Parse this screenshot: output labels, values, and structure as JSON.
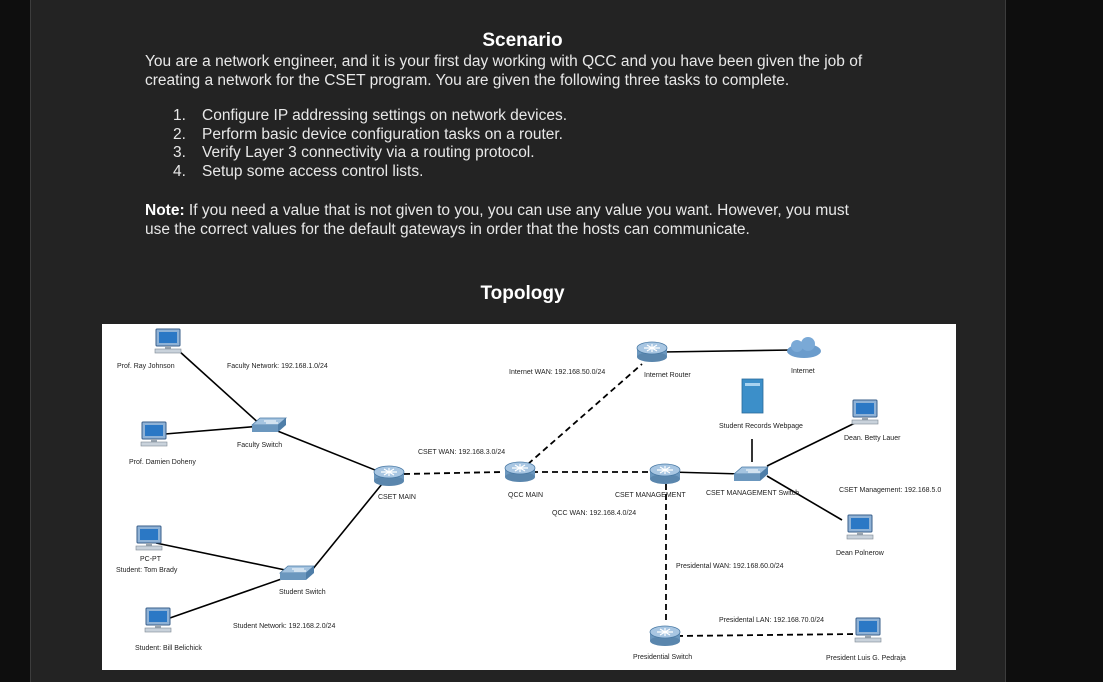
{
  "scenario": {
    "title": "Scenario",
    "intro_line1": "You are a network engineer, and it is your first day working with QCC and you have been given the job of",
    "intro_line2": "creating a network for the CSET program. You are given the following three tasks to complete.",
    "tasks": [
      {
        "num": "1.",
        "text": "Configure IP addressing settings on network devices."
      },
      {
        "num": "2.",
        "text": "Perform basic device configuration tasks on a router."
      },
      {
        "num": "3.",
        "text": "Verify Layer 3 connectivity via a routing protocol."
      },
      {
        "num": "4.",
        "text": "Setup some access control lists."
      }
    ],
    "note_label": "Note:",
    "note_line1": " If you need a value that is not given to you, you can use any value you want. However, you must",
    "note_line2": "use the correct values for the default gateways in order that the hosts can communicate."
  },
  "topology": {
    "title": "Topology",
    "devices": {
      "prof_ray": "Prof. Ray Johnson",
      "prof_damien": "Prof. Damien Doheny",
      "faculty_switch": "Faculty Switch",
      "pc_pt": "PC-PT",
      "tom_brady": "Student: Tom Brady",
      "student_switch": "Student Switch",
      "bill": "Student: Bill Belichick",
      "cset_main": "CSET MAIN",
      "qcc_main": "QCC MAIN",
      "internet_router": "Internet Router",
      "internet": "Internet",
      "cset_mgmt": "CSET MANAGEMENT",
      "cset_mgmt_switch": "CSET MANAGEMENT Switch",
      "webpage": "Student Records Webpage",
      "betty": "Dean. Betty Lauer",
      "polnerow": "Dean Polnerow",
      "pres_switch": "Presidential Switch",
      "pedraja": "President Luis G. Pedraja"
    },
    "networks": {
      "faculty": "Faculty Network: 192.168.1.0/24",
      "internet_wan": "Internet WAN: 192.168.50.0/24",
      "cset_wan": "CSET WAN: 192.168.3.0/24",
      "qcc_wan": "QCC WAN: 192.168.4.0/24",
      "cset_mgmt": "CSET Management: 192.168.5.0",
      "pres_wan": "Presidental WAN: 192.168.60.0/24",
      "pres_lan": "Presidental LAN: 192.168.70.0/24",
      "student": "Student Network: 192.168.2.0/24"
    }
  }
}
